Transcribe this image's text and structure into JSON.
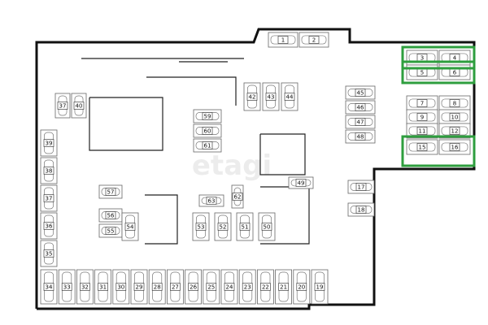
{
  "spot_numbers": {
    "top": [
      "1",
      "2"
    ],
    "right": [
      "3",
      "4",
      "5",
      "6",
      "7",
      "8",
      "9",
      "10",
      "11",
      "12",
      "15",
      "16"
    ],
    "bottom_row": [
      "34",
      "33",
      "32",
      "31",
      "30",
      "29",
      "28",
      "27",
      "26",
      "25",
      "24",
      "23",
      "22",
      "21",
      "20",
      "19"
    ],
    "left_column": [
      "39",
      "38",
      "37",
      "36",
      "35"
    ],
    "upper_left": [
      "37",
      "40"
    ],
    "center_stack": [
      "59",
      "60",
      "61"
    ],
    "upper_center": [
      "42",
      "43",
      "44"
    ],
    "right_center": [
      "45",
      "46",
      "47",
      "48"
    ],
    "mid": [
      "57",
      "56",
      "55",
      "54",
      "53",
      "52",
      "51",
      "50"
    ],
    "center_misc": [
      "63",
      "62",
      "49"
    ],
    "right_lower": [
      "17",
      "18"
    ]
  },
  "highlighted_spots": [
    "3",
    "4",
    "5",
    "6",
    "15",
    "16"
  ],
  "highlight_color": "#2e9e3e",
  "watermark": "etagi"
}
